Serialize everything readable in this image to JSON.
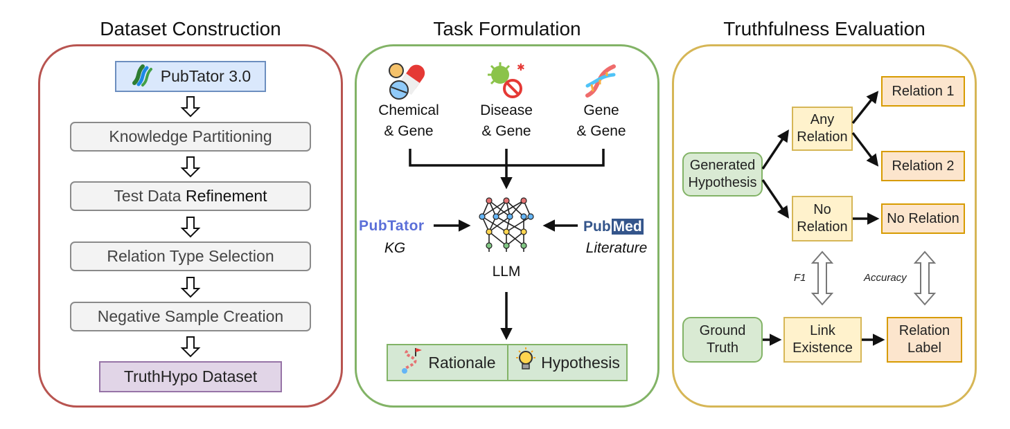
{
  "colors": {
    "dataset_border": "#b85450",
    "task_border": "#82b366",
    "eval_border": "#d6b656",
    "pubtator_fill": "#dae8fc",
    "pubtator_stroke": "#6c8ebf",
    "dataset_fill": "#e1d5e7",
    "dataset_stroke": "#9673a6",
    "output_fill": "#d5e8d4",
    "output_stroke": "#82b366"
  },
  "dataset_construction": {
    "title": "Dataset Construction",
    "source": "PubTator 3.0",
    "steps": [
      {
        "label": "Knowledge Partitioning"
      },
      {
        "label_a": "Test Data ",
        "label_b": "Refinement"
      },
      {
        "label": "Relation Type Selection"
      },
      {
        "label": "Negative Sample Creation"
      }
    ],
    "result": "TruthHypo Dataset"
  },
  "task_formulation": {
    "title": "Task Formulation",
    "pairs": [
      {
        "line1": "Chemical",
        "line2": "& Gene",
        "icon": "chemical-pill-icon"
      },
      {
        "line1": "Disease",
        "line2": "& Gene",
        "icon": "virus-icon"
      },
      {
        "line1": "Gene",
        "line2": "& Gene",
        "icon": "dna-icon"
      }
    ],
    "kg_logo": "PubTator",
    "kg_label": "KG",
    "lit_logo_a": "Pub",
    "lit_logo_b": "Med",
    "lit_label": "Literature",
    "model_label": "LLM",
    "outputs": {
      "rationale": "Rationale",
      "hypothesis": "Hypothesis"
    }
  },
  "truthfulness_evaluation": {
    "title": "Truthfulness Evaluation",
    "generated": {
      "line1": "Generated",
      "line2": "Hypothesis"
    },
    "any_relation": {
      "line1": "Any",
      "line2": "Relation"
    },
    "no_relation": {
      "line1": "No",
      "line2": "Relation"
    },
    "relation_1": "Relation 1",
    "relation_2": "Relation 2",
    "no_relation_out": "No Relation",
    "metric_f1": "F1",
    "metric_accuracy": "Accuracy",
    "ground_truth": {
      "line1": "Ground",
      "line2": "Truth"
    },
    "link_existence": {
      "line1": "Link",
      "line2": "Existence"
    },
    "relation_label": {
      "line1": "Relation",
      "line2": "Label"
    }
  }
}
